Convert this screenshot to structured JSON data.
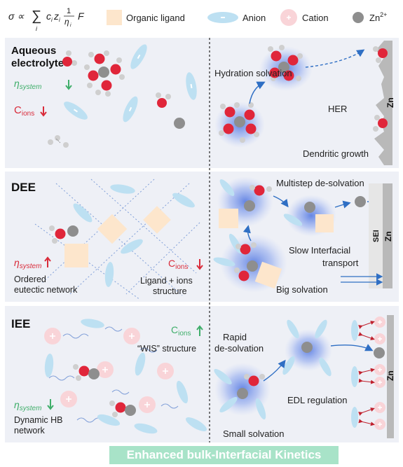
{
  "legend": {
    "equation_lhs": "σ ∝",
    "equation_sum": "∑",
    "equation_index": "i",
    "equation_term": "c",
    "equation_z": "z",
    "equation_sub_i": "i",
    "equation_num": "1",
    "equation_eta": "η",
    "equation_F": "F",
    "items": [
      {
        "label": "Organic ligand"
      },
      {
        "label": "Anion"
      },
      {
        "label": "Cation"
      },
      {
        "label": "Zn",
        "superscript": "2+"
      }
    ]
  },
  "panels": {
    "aqueous": {
      "title_line1": "Aqueous",
      "title_line2": "electrolyte",
      "eta_symbol": "η",
      "eta_sub": "system",
      "c_symbol": "C",
      "c_sub": "ions",
      "hydration_label": "Hydration solvation",
      "her_label": "HER",
      "dendrite_label": "Dendritic growth",
      "electrode_label": "Zn"
    },
    "dee": {
      "title": "DEE",
      "eta_symbol": "η",
      "eta_sub": "system",
      "network_line1": "Ordered",
      "network_line2": "eutectic network",
      "c_symbol": "C",
      "c_sub": "ions",
      "structure_line1": "Ligand + ions",
      "structure_line2": "structure",
      "desolvation_label": "Multistep de-solvation",
      "transport_line1": "Slow Interfacial",
      "transport_line2": "transport",
      "solvation_label": "Big solvation",
      "sei_label": "SEI",
      "electrode_label": "Zn"
    },
    "iee": {
      "title": "IEE",
      "c_symbol": "C",
      "c_sub": "ions",
      "wis_label": "“WIS” structure",
      "eta_symbol": "η",
      "eta_sub": "system",
      "hb_line1": "Dynamic HB",
      "hb_line2": "network",
      "rapid_line1": "Rapid",
      "rapid_line2": "de-solvation",
      "edl_label": "EDL regulation",
      "small_label": "Small solvation",
      "electrode_label": "Zn"
    }
  },
  "banner": "Enhanced bulk-Interfacial Kinetics",
  "colors": {
    "panel_bg": "#eef0f6",
    "oxygen": "#e0263a",
    "hydrogen": "#cfcfcf",
    "zinc": "#8e8e8e",
    "anion": "#bde0f2",
    "cation": "#f9d4d8",
    "ligand": "#fde6cc",
    "increase_green": "#3fae6a",
    "decrease_red": "#d92b3a",
    "banner": "#a8e3c8",
    "solvation_glow": "#6f8ee6",
    "electrode": "#b9b9b9"
  }
}
